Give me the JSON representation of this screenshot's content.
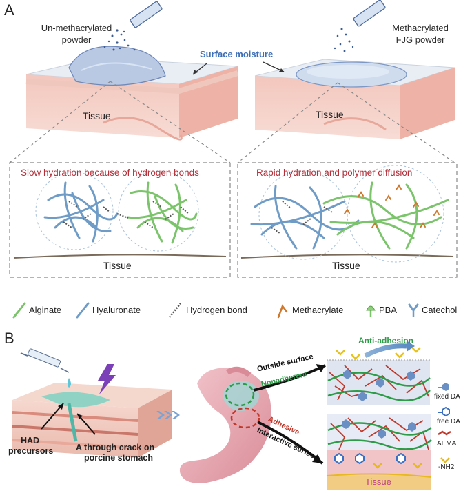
{
  "panelA": {
    "letter": "A",
    "unmeth_line1": "Un-methacrylated",
    "unmeth_line2": "powder",
    "meth_line1": "Methacrylated",
    "meth_line2": "FJG powder",
    "surface_moisture": "Surface moisture",
    "tissue_left": "Tissue",
    "tissue_right": "Tissue",
    "slow_title": "Slow hydration because of hydrogen bonds",
    "rapid_title": "Rapid hydration and polymer diffusion",
    "zoom_tissue_left": "Tissue",
    "zoom_tissue_right": "Tissue"
  },
  "legend": [
    {
      "label": "Alginate",
      "icon": "alginate-line-icon"
    },
    {
      "label": "Hyaluronate",
      "icon": "hyaluronate-line-icon"
    },
    {
      "label": "Hydrogen bond",
      "icon": "hydrogen-bond-dots-icon"
    },
    {
      "label": "Methacrylate",
      "icon": "methacrylate-icon"
    },
    {
      "label": "PBA",
      "icon": "pba-icon"
    },
    {
      "label": "Catechol",
      "icon": "catechol-icon"
    }
  ],
  "panelB": {
    "letter": "B",
    "had_line1": "HAD",
    "had_line2": "precursors",
    "crack_line1": "A through crack on",
    "crack_line2": "porcine stomach",
    "outside_surface": "Outside surface",
    "nonadherent": "Nonadherent",
    "adhesive": "Adhesive",
    "interactive_surface": "Interactive surface",
    "anti_adhesion": "Anti-adhesion",
    "fixed_da": "fixed DA",
    "free_da": "free DA",
    "aema": "AEMA",
    "nh2": "-NH2",
    "tissue": "Tissue"
  },
  "colors": {
    "alginate": "#7cc46c",
    "hyaluronate": "#6f9cc7",
    "methacrylate": "#d0782b",
    "moisture": "#3d6fb6",
    "red_title": "#b3303a",
    "tissue_pink": "#e8a8a6"
  }
}
